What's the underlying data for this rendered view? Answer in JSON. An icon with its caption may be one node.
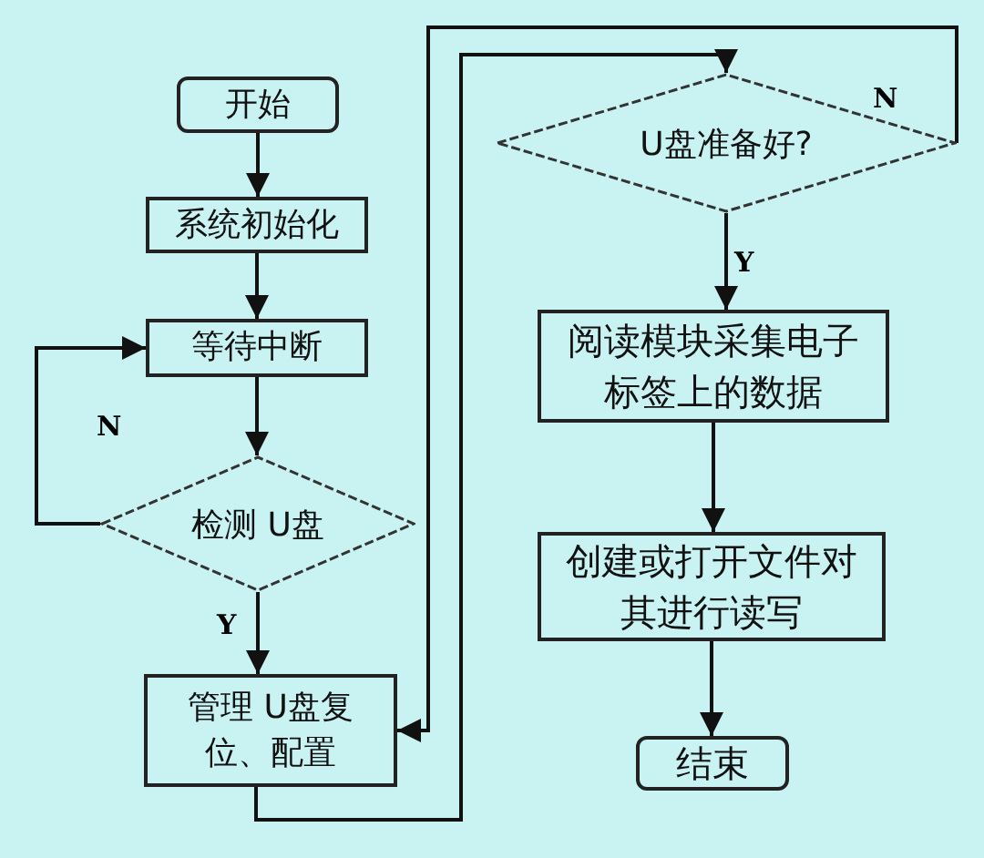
{
  "diagram": {
    "nodes": [
      {
        "text": [
          "开始"
        ]
      },
      {
        "text": [
          "系统初始化"
        ]
      },
      {
        "text": [
          "等待中断"
        ]
      },
      {
        "text": [
          "检测 U盘"
        ]
      },
      {
        "text": [
          "管理 U盘复位、配置"
        ]
      },
      {
        "text": [
          "U盘准备好?"
        ]
      },
      {
        "text": [
          "阅读模块采集电子标签上的数据"
        ]
      },
      {
        "text": [
          "创建或打开文件对其进行读写"
        ]
      },
      {
        "text": [
          "结束"
        ]
      }
    ],
    "edges": [
      {
        "from": 0,
        "to": 1,
        "arrow": "to"
      },
      {
        "from": 1,
        "to": 2,
        "arrow": "to"
      },
      {
        "from": 2,
        "to": 3,
        "arrow": "to"
      },
      {
        "from": 3,
        "to": 4,
        "arrow": "to",
        "label": "Y"
      },
      {
        "from": 3,
        "to": 2,
        "arrow": "to",
        "label": "N"
      },
      {
        "from": 4,
        "to": 5,
        "arrow": "to"
      },
      {
        "from": 5,
        "to": 4,
        "arrow": "to",
        "label": "N"
      },
      {
        "from": 5,
        "to": 6,
        "arrow": "to",
        "label": "Y"
      },
      {
        "from": 6,
        "to": 7,
        "arrow": "to"
      },
      {
        "from": 7,
        "to": 8,
        "arrow": "to"
      }
    ]
  }
}
